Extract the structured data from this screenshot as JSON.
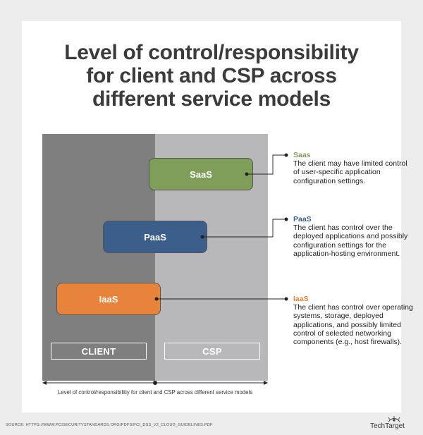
{
  "title_lines": [
    "Level of control/responsibility",
    "for client and CSP across",
    "different service models"
  ],
  "columns": {
    "client": "CLIENT",
    "csp": "CSP"
  },
  "models": [
    {
      "label": "SaaS",
      "color": "#7e9e5a"
    },
    {
      "label": "PaaS",
      "color": "#3c5e8b"
    },
    {
      "label": "IaaS",
      "color": "#e7833a"
    }
  ],
  "descriptions": [
    {
      "head": "Saas",
      "head_color": "#7e9e5a",
      "text": "The client may have limited control of user-specific application configuration settings."
    },
    {
      "head": "PaaS",
      "head_color": "#3c5e8b",
      "text": "The client has control over the deployed applications and possibly configuration settings for the application-hosting environment."
    },
    {
      "head": "IaaS",
      "head_color": "#e7833a",
      "text": "The client has control over operating systems, storage, deployed applications, and possibly limited control of selected networking components (e.g., host firewalls)."
    }
  ],
  "axis_label": "Level of control/responsibilitiy for client and CSP across different service models",
  "source": "SOURCE: HTTPS://WWW.PCISECURITYSTANDARDS.ORG/PDFS/PCI_DSS_V2_CLOUD_GUIDELINES.PDF",
  "logo": "TechTarget",
  "colors": {
    "client_panel": "#7f7f7f",
    "csp_panel": "#b8b8bb",
    "title": "#3b3b3b"
  }
}
